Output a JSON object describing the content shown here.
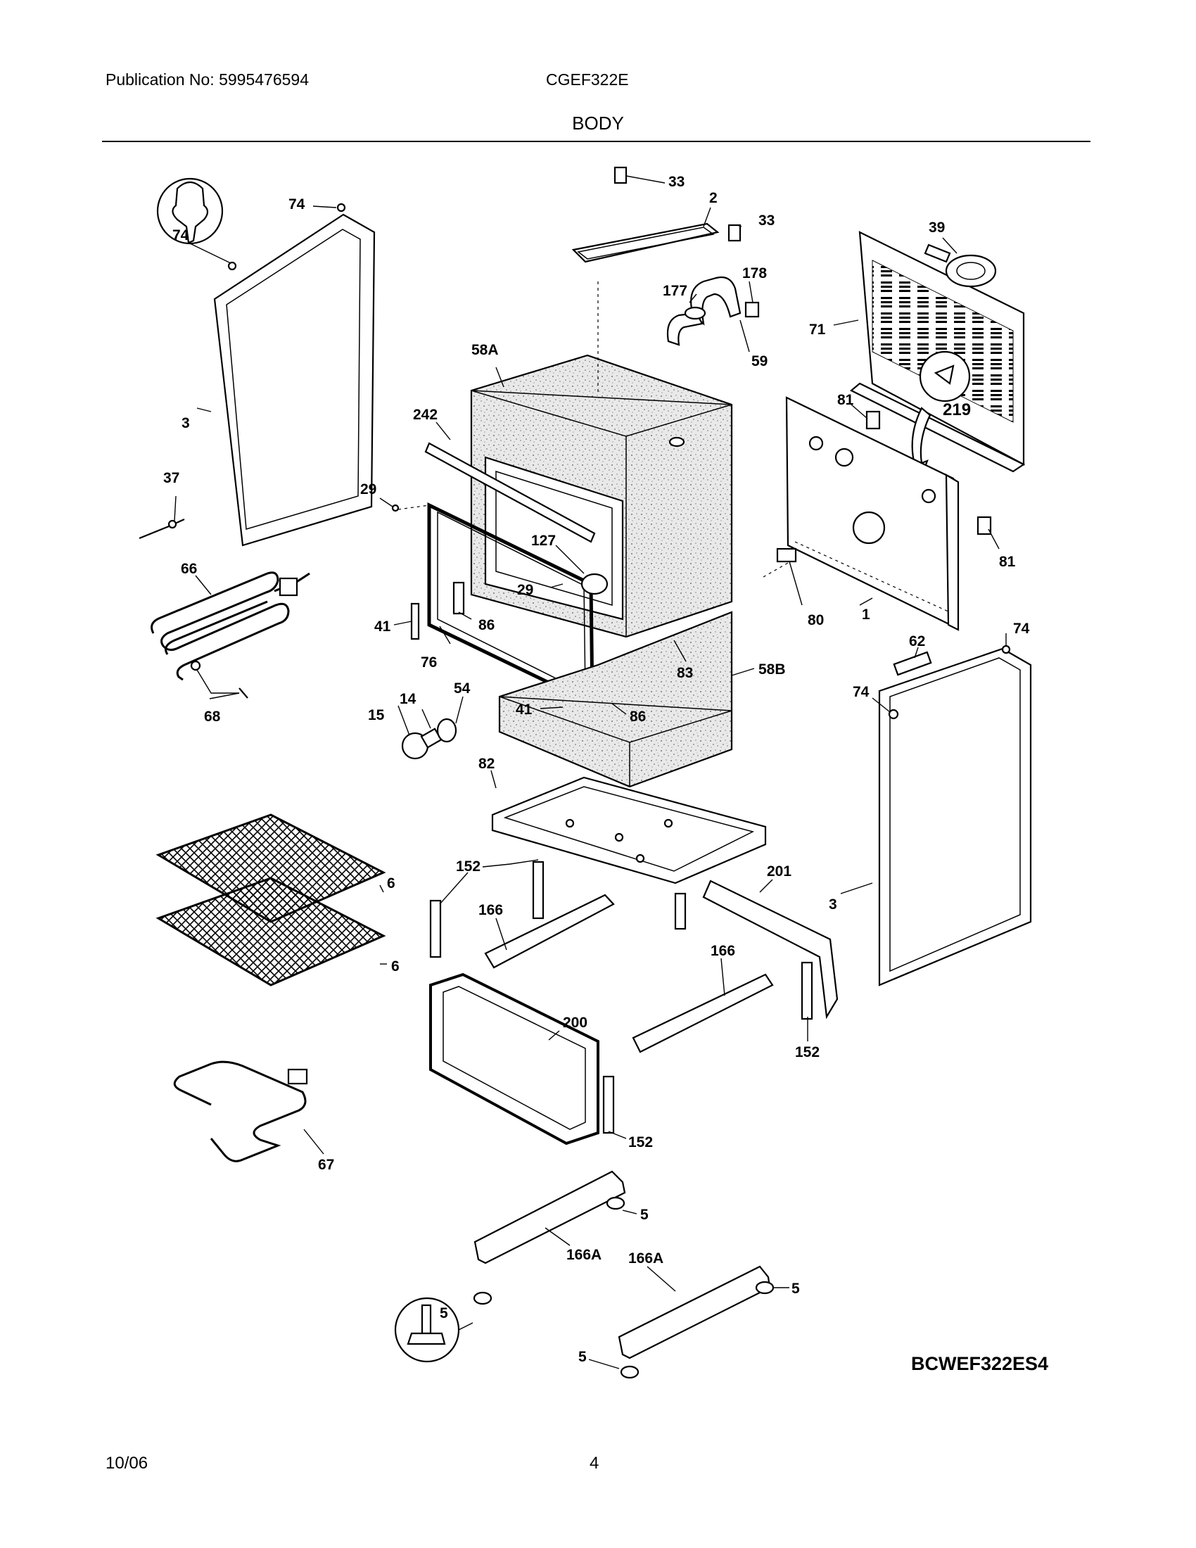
{
  "header": {
    "publication": "Publication No: 5995476594",
    "model": "CGEF322E",
    "section": "BODY"
  },
  "footer": {
    "date": "10/06",
    "page": "4"
  },
  "diagram": {
    "code": "BCWEF322ES4",
    "callouts": [
      "74",
      "74",
      "3",
      "37",
      "29",
      "242",
      "58A",
      "33",
      "2",
      "33",
      "177",
      "178",
      "59",
      "39",
      "71",
      "219",
      "81",
      "81",
      "80",
      "1",
      "127",
      "29",
      "66",
      "41",
      "86",
      "76",
      "15",
      "14",
      "54",
      "41",
      "86",
      "83",
      "58B",
      "62",
      "74",
      "74",
      "68",
      "82",
      "152",
      "6",
      "6",
      "166",
      "201",
      "3",
      "166",
      "152",
      "200",
      "152",
      "67",
      "166A",
      "5",
      "166A",
      "5",
      "5",
      "5"
    ]
  }
}
